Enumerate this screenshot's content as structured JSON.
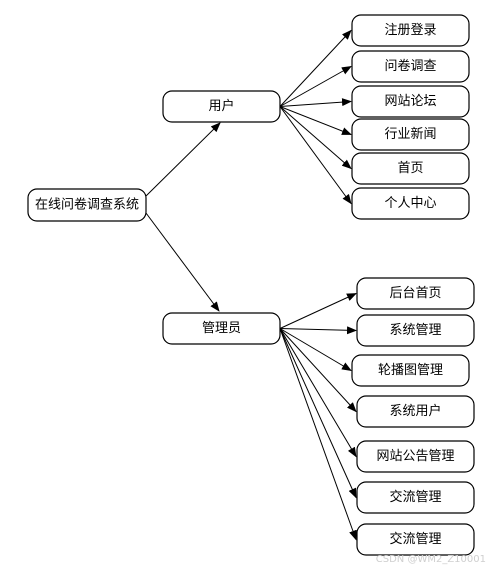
{
  "diagram": {
    "root": "在线问卷调查系统",
    "branches": [
      {
        "label": "用户",
        "children": [
          "注册登录",
          "问卷调查",
          "网站论坛",
          "行业新闻",
          "首页",
          "个人中心"
        ]
      },
      {
        "label": "管理员",
        "children": [
          "后台首页",
          "系统管理",
          "轮播图管理",
          "系统用户",
          "网站公告管理",
          "交流管理",
          "交流管理"
        ]
      }
    ]
  },
  "watermark": "CSDN @WM2_Z10001"
}
